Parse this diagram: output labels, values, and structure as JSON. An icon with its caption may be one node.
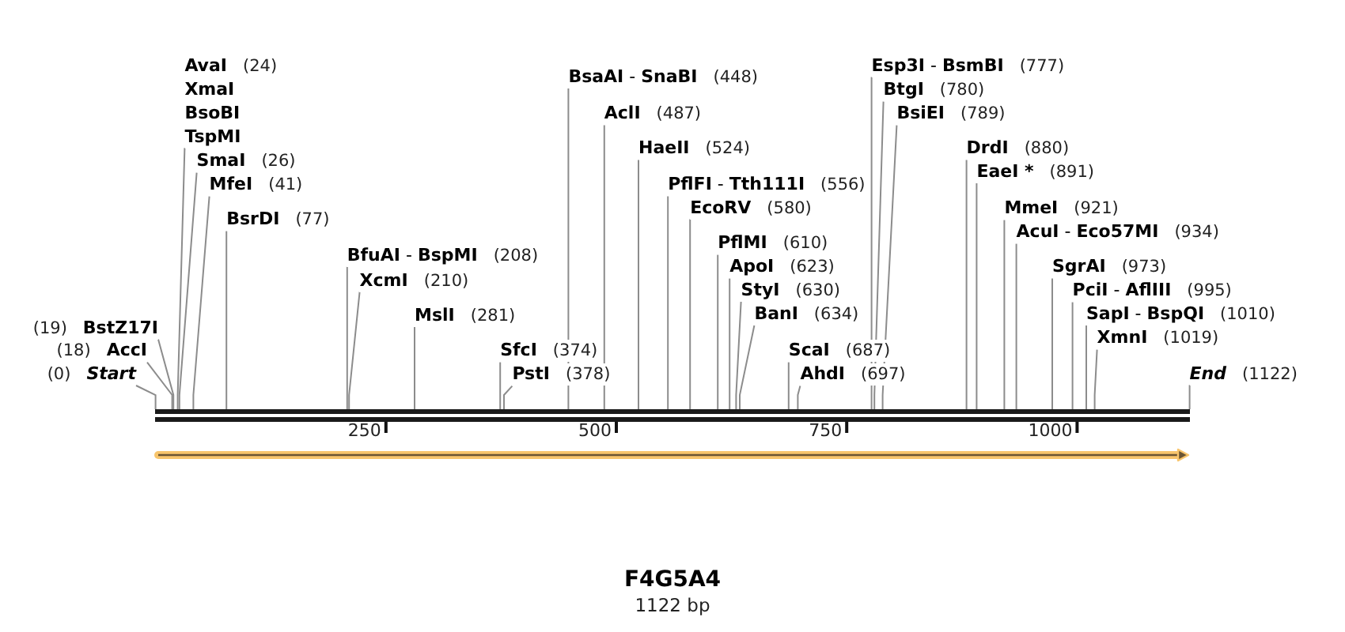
{
  "diagram": {
    "title": "F4G5A4",
    "caption": "1122 bp",
    "nodes": [
      {
        "text": [
          "(0)",
          "Start"
        ]
      },
      {
        "text": [
          "(18)",
          "AccI"
        ]
      },
      {
        "text": [
          "(19)",
          "BstZ17I"
        ]
      },
      {
        "text": [
          "AvaI",
          "(24)",
          "XmaI",
          "BsoBI",
          "TspMI"
        ]
      },
      {
        "text": [
          "SmaI",
          "(26)"
        ]
      },
      {
        "text": [
          "MfeI",
          "(41)"
        ]
      },
      {
        "text": [
          "BsrDI",
          "(77)"
        ]
      },
      {
        "text": [
          "**BfuAI** - **BspMI**",
          "(208)"
        ]
      },
      {
        "text": [
          "XcmI",
          "(210)"
        ]
      },
      {
        "text": [
          "MslI",
          "(281)"
        ]
      },
      {
        "text": [
          "SfcI",
          "(374)"
        ]
      },
      {
        "text": [
          "PstI",
          "(378)"
        ]
      },
      {
        "text": [
          "**BsaAI** - **SnaBI**",
          "(448)"
        ]
      },
      {
        "text": [
          "AclI",
          "(487)"
        ]
      },
      {
        "text": [
          "HaeII",
          "(524)"
        ]
      },
      {
        "text": [
          "**PflFI** - **Tth111I**",
          "(556)"
        ]
      },
      {
        "text": [
          "EcoRV",
          "(580)"
        ]
      },
      {
        "text": [
          "PflMI",
          "(610)"
        ]
      },
      {
        "text": [
          "ApoI",
          "(623)"
        ]
      },
      {
        "text": [
          "StyI",
          "(630)"
        ]
      },
      {
        "text": [
          "BanI",
          "(634)"
        ]
      },
      {
        "text": [
          "ScaI",
          "(687)"
        ]
      },
      {
        "text": [
          "AhdI",
          "(697)"
        ]
      },
      {
        "text": [
          "**Esp3I** - **BsmBI**",
          "(777)"
        ]
      },
      {
        "text": [
          "BtgI",
          "(780)"
        ]
      },
      {
        "text": [
          "BsiEI",
          "(789)"
        ]
      },
      {
        "text": [
          "DrdI",
          "(880)"
        ]
      },
      {
        "text": [
          "EaeI *",
          "(891)"
        ]
      },
      {
        "text": [
          "MmeI",
          "(921)"
        ]
      },
      {
        "text": [
          "**AcuI** - **Eco57MI**",
          "(934)"
        ]
      },
      {
        "text": [
          "SgrAI",
          "(973)"
        ]
      },
      {
        "text": [
          "**PciI** - **AflIII**",
          "(995)"
        ]
      },
      {
        "text": [
          "**SapI** - **BspQI**",
          "(1010)"
        ]
      },
      {
        "text": [
          "XmnI",
          "(1019)"
        ]
      },
      {
        "text": [
          "End",
          "(1122)"
        ]
      },
      {
        "text": [],
        "shape": "bar"
      }
    ],
    "edges": [
      {
        "from": 0,
        "to": 35,
        "arrow": "none"
      },
      {
        "from": 1,
        "to": 35,
        "arrow": "none"
      },
      {
        "from": 2,
        "to": 35,
        "arrow": "none"
      },
      {
        "from": 3,
        "to": 35,
        "arrow": "none"
      },
      {
        "from": 4,
        "to": 35,
        "arrow": "none"
      },
      {
        "from": 5,
        "to": 35,
        "arrow": "none"
      },
      {
        "from": 6,
        "to": 35,
        "arrow": "none"
      },
      {
        "from": 7,
        "to": 35,
        "arrow": "none"
      },
      {
        "from": 8,
        "to": 35,
        "arrow": "none"
      },
      {
        "from": 9,
        "to": 35,
        "arrow": "none"
      },
      {
        "from": 10,
        "to": 35,
        "arrow": "none"
      },
      {
        "from": 11,
        "to": 35,
        "arrow": "none"
      },
      {
        "from": 12,
        "to": 35,
        "arrow": "none"
      },
      {
        "from": 13,
        "to": 35,
        "arrow": "none"
      },
      {
        "from": 14,
        "to": 35,
        "arrow": "none"
      },
      {
        "from": 15,
        "to": 35,
        "arrow": "none"
      },
      {
        "from": 16,
        "to": 35,
        "arrow": "none"
      },
      {
        "from": 17,
        "to": 35,
        "arrow": "none"
      },
      {
        "from": 18,
        "to": 35,
        "arrow": "none"
      },
      {
        "from": 19,
        "to": 35,
        "arrow": "none"
      },
      {
        "from": 20,
        "to": 35,
        "arrow": "none"
      },
      {
        "from": 21,
        "to": 35,
        "arrow": "none"
      },
      {
        "from": 22,
        "to": 35,
        "arrow": "none"
      },
      {
        "from": 23,
        "to": 35,
        "arrow": "none"
      },
      {
        "from": 24,
        "to": 35,
        "arrow": "none"
      },
      {
        "from": 25,
        "to": 35,
        "arrow": "none"
      },
      {
        "from": 26,
        "to": 35,
        "arrow": "none"
      },
      {
        "from": 27,
        "to": 35,
        "arrow": "none"
      },
      {
        "from": 28,
        "to": 35,
        "arrow": "none"
      },
      {
        "from": 29,
        "to": 35,
        "arrow": "none"
      },
      {
        "from": 30,
        "to": 35,
        "arrow": "none"
      },
      {
        "from": 31,
        "to": 35,
        "arrow": "none"
      },
      {
        "from": 32,
        "to": 35,
        "arrow": "none"
      },
      {
        "from": 33,
        "to": 35,
        "arrow": "none"
      },
      {
        "from": 34,
        "to": 35,
        "arrow": "none"
      }
    ],
    "labels": [
      "250",
      "500",
      "750",
      "1000"
    ]
  }
}
